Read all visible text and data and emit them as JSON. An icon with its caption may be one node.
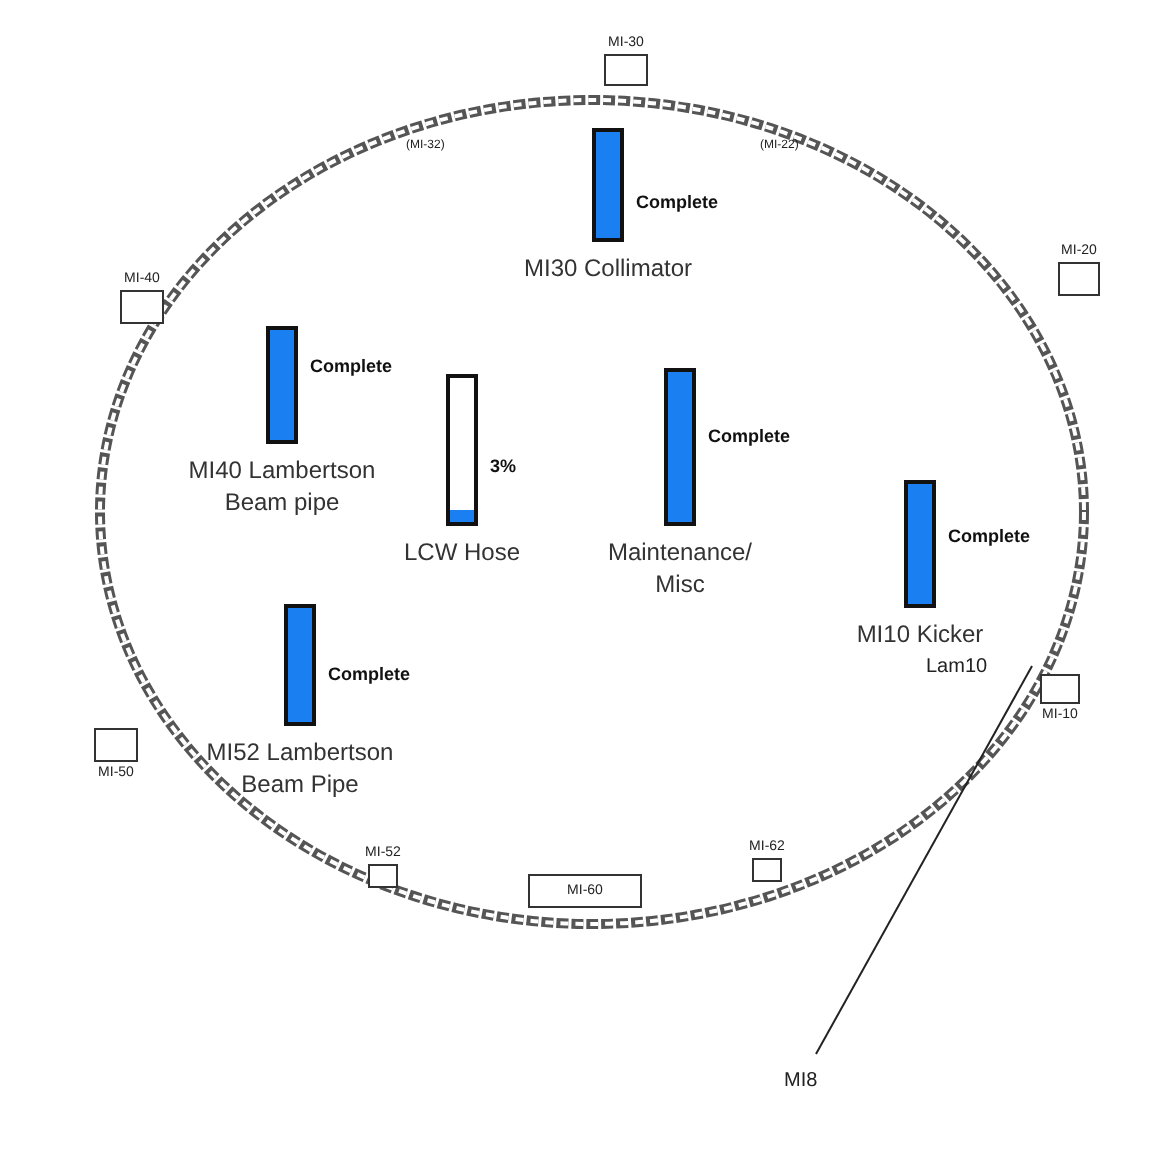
{
  "diagram": {
    "nodes": [
      {
        "text": [
          "MI-30"
        ]
      },
      {
        "text": [
          "MI30 Collimator"
        ],
        "beside": [
          "Complete"
        ]
      },
      {
        "text": [
          "MI-40"
        ]
      },
      {
        "text": [
          "MI-20"
        ]
      },
      {
        "text": [
          "MI40 Lambertson Beam pipe"
        ],
        "beside": [
          "Complete"
        ]
      },
      {
        "text": [
          "LCW Hose"
        ],
        "beside": [
          "3%"
        ]
      },
      {
        "text": [
          "Maintenance/ Misc"
        ],
        "beside": [
          "Complete"
        ]
      },
      {
        "text": [
          "MI10 Kicker"
        ],
        "beside": [
          "Complete"
        ]
      },
      {
        "text": [
          "MI-10"
        ]
      },
      {
        "text": [
          "MI52 Lambertson Beam Pipe"
        ],
        "beside": [
          "Complete"
        ]
      },
      {
        "text": [
          "MI-50"
        ]
      },
      {
        "text": [
          "MI-52"
        ]
      },
      {
        "text": [
          "MI-62"
        ]
      },
      {
        "text": [
          "MI-60"
        ]
      }
    ],
    "edges": [],
    "labels": [
      "(MI-32)",
      "(MI-22)",
      "Lam10",
      "MI8"
    ]
  }
}
